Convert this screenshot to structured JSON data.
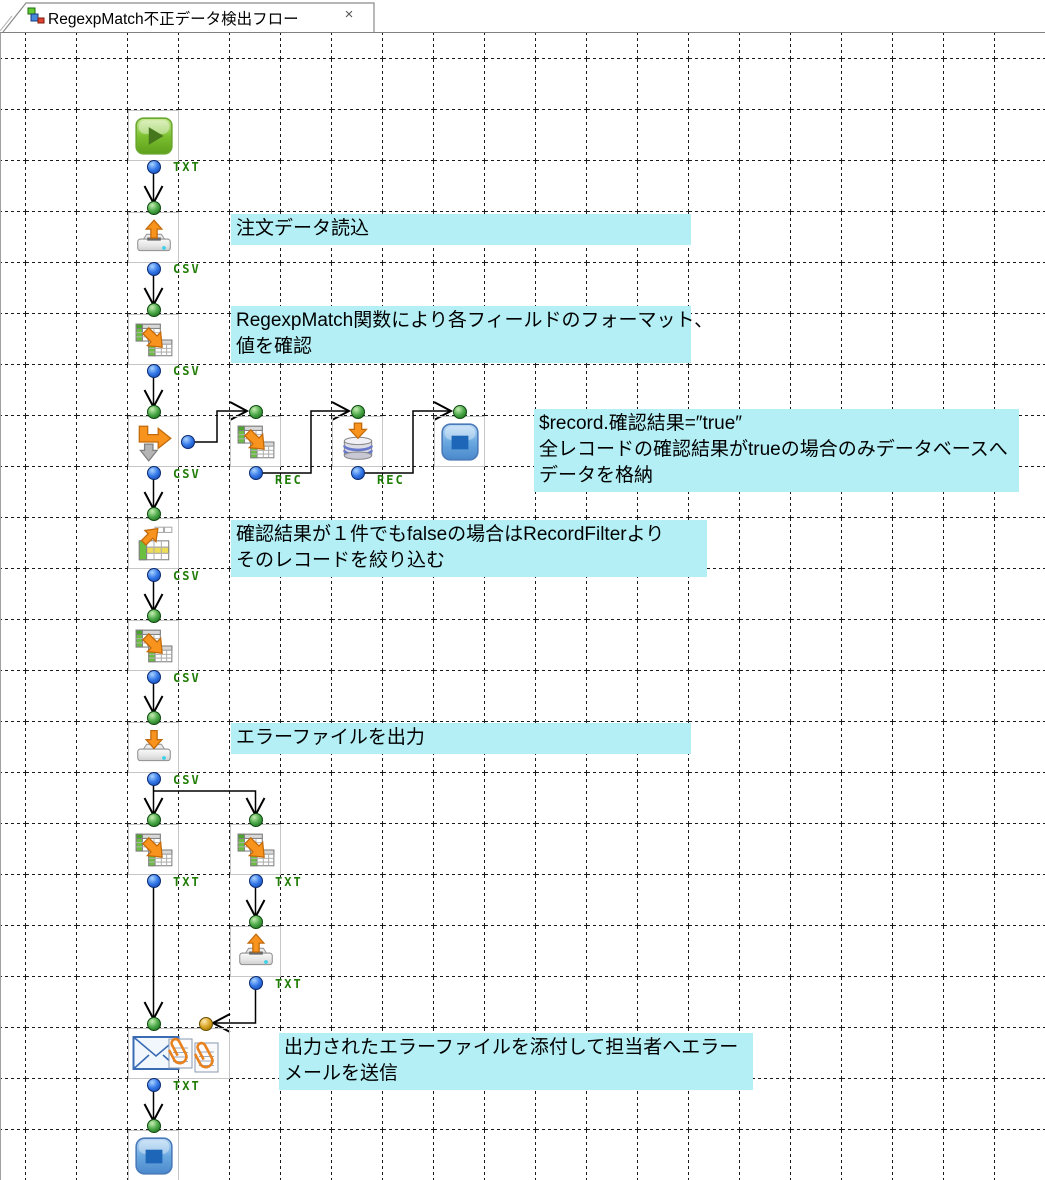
{
  "tab": {
    "title": "RegexpMatch不正データ検出フロー",
    "close_label": "×"
  },
  "colors": {
    "annotation_bg": "#b3eff5",
    "port_label_green": "#1f7d05",
    "wire": "#000000",
    "grid_line": "#1a1a1a",
    "start_node_green": "#7cc030",
    "end_node_blue": "#6aa8e0",
    "component_arrow_orange": "#f8941d"
  },
  "port_labels": {
    "start_out": "TXT",
    "fileread1_out": "CSV",
    "mapper1_out": "CSV",
    "branch_out": "CSV",
    "mapper2_out": "REC",
    "dbput_out": "REC",
    "filter_out": "CSV",
    "mapper3_out": "CSV",
    "filewrite_out": "CSV",
    "mapperL_out": "TXT",
    "mapperR_out": "TXT",
    "fileread2_out": "TXT",
    "mail_out": "TXT"
  },
  "annotations": {
    "note1": {
      "lines": [
        "注文データ読込"
      ]
    },
    "note2": {
      "lines": [
        "RegexpMatch関数により各フィールドのフォーマット、",
        "値を確認"
      ]
    },
    "note3": {
      "lines": [
        "$record.確認結果=″true″",
        "全レコードの確認結果がtrueの場合のみデータベースへ",
        "データを格納"
      ]
    },
    "note4": {
      "lines": [
        "確認結果が１件でもfalseの場合はRecordFilterより",
        "そのレコードを絞り込む"
      ]
    },
    "note5": {
      "lines": [
        "エラーファイルを出力"
      ]
    },
    "note6": {
      "lines": [
        "出力されたエラーファイルを添付して担当者へエラー",
        "メールを送信"
      ]
    }
  }
}
